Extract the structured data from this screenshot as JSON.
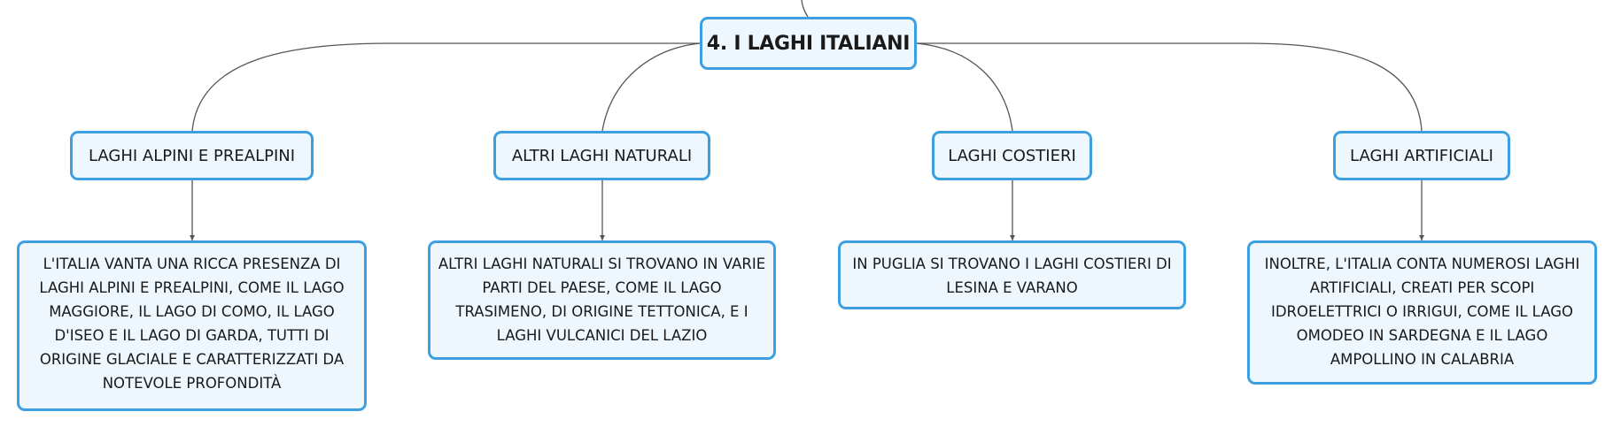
{
  "root": {
    "label": "4. I LAGHI ITALIANI"
  },
  "categories": [
    {
      "label": "LAGHI ALPINI E PREALPINI"
    },
    {
      "label": "ALTRI LAGHI NATURALI"
    },
    {
      "label": "LAGHI COSTIERI"
    },
    {
      "label": "LAGHI ARTIFICIALI"
    }
  ],
  "details": [
    {
      "text": "L'ITALIA VANTA UNA RICCA PRESENZA DI LAGHI ALPINI E PREALPINI, COME IL LAGO MAGGIORE, IL LAGO DI COMO, IL LAGO D'ISEO E IL LAGO DI GARDA, TUTTI DI ORIGINE GLACIALE E CARATTERIZZATI DA NOTEVOLE PROFONDITÀ"
    },
    {
      "text": "ALTRI LAGHI NATURALI SI TROVANO IN VARIE PARTI DEL PAESE, COME IL LAGO TRASIMENO, DI ORIGINE TETTONICA, E I LAGHI VULCANICI DEL LAZIO"
    },
    {
      "text": "IN PUGLIA SI TROVANO I LAGHI COSTIERI DI LESINA E VARANO"
    },
    {
      "text": "INOLTRE, L'ITALIA CONTA NUMEROSI LAGHI ARTIFICIALI, CREATI PER SCOPI IDROELETTRICI O IRRIGUI, COME IL LAGO OMODEO IN SARDEGNA E IL LAGO AMPOLLINO IN CALABRIA"
    }
  ]
}
